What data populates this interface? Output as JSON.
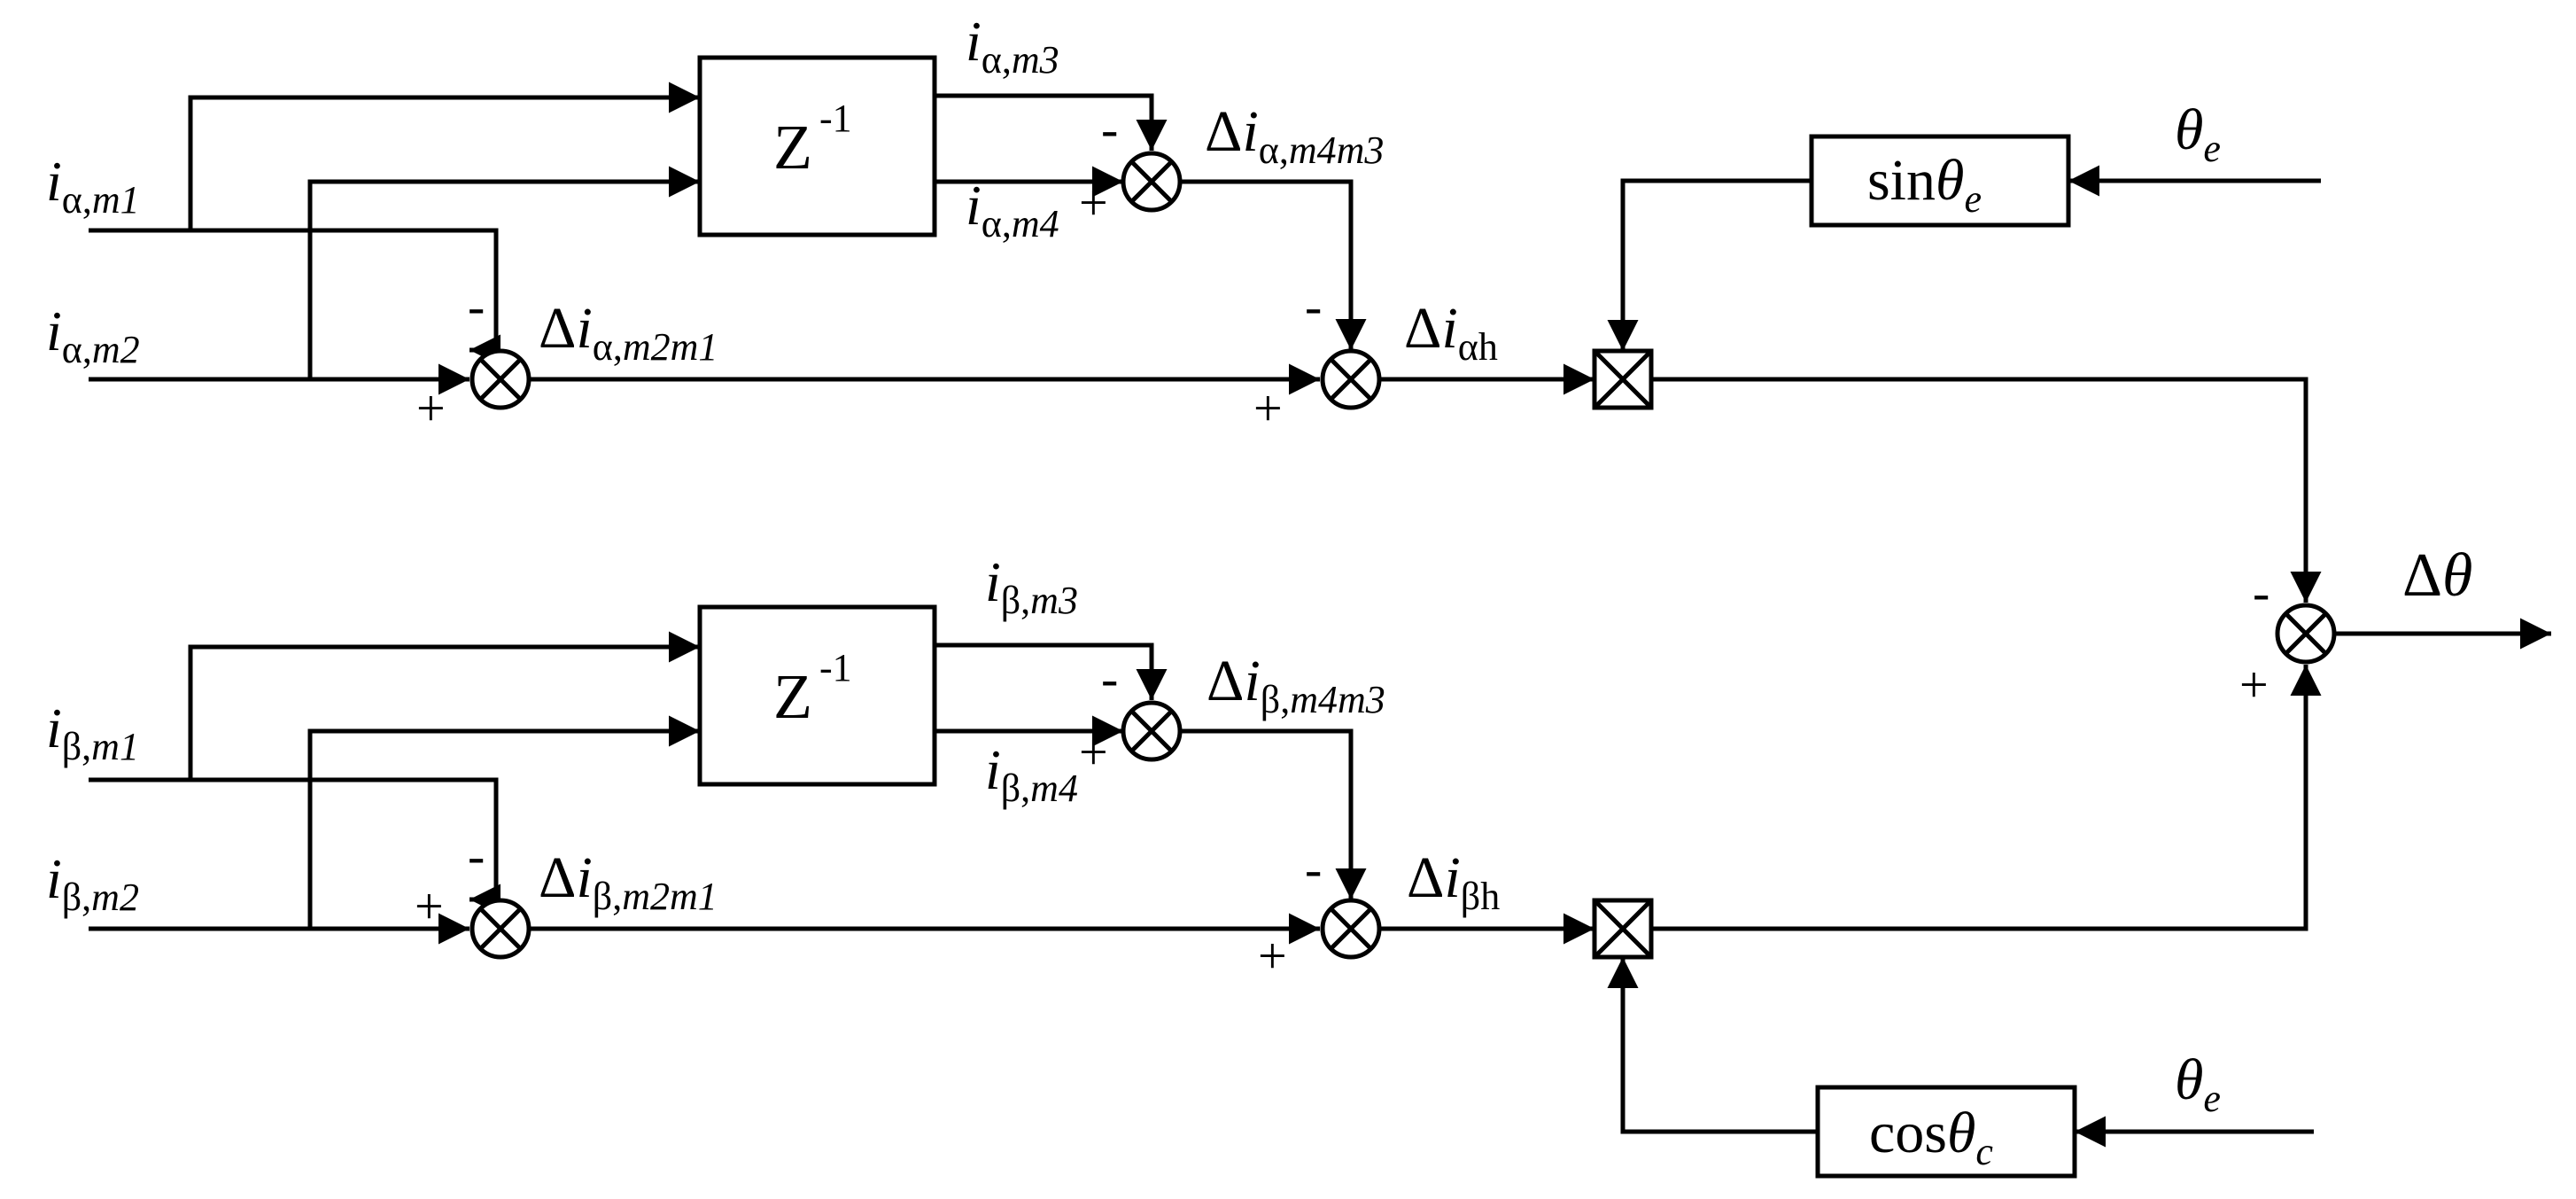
{
  "diagram": {
    "blocks": {
      "delay": "Z",
      "delay_exp": "-1",
      "sin_fn": "sin",
      "cos_fn": "cos",
      "theta": "θ",
      "sub_e": "e",
      "sub_c": "c"
    },
    "symbols": {
      "i": "i",
      "delta": "Δ",
      "alpha": "α",
      "beta": "β",
      "comma": ",",
      "h": "h",
      "theta": "θ",
      "e": "e",
      "out_delta": "Δ",
      "out_theta": "θ"
    },
    "indices": {
      "m1": "m1",
      "m2": "m2",
      "m3": "m3",
      "m4": "m4",
      "m2m1": "m2m1",
      "m4m3": "m4m3"
    },
    "signs": {
      "minus": "-",
      "plus": "+"
    }
  }
}
